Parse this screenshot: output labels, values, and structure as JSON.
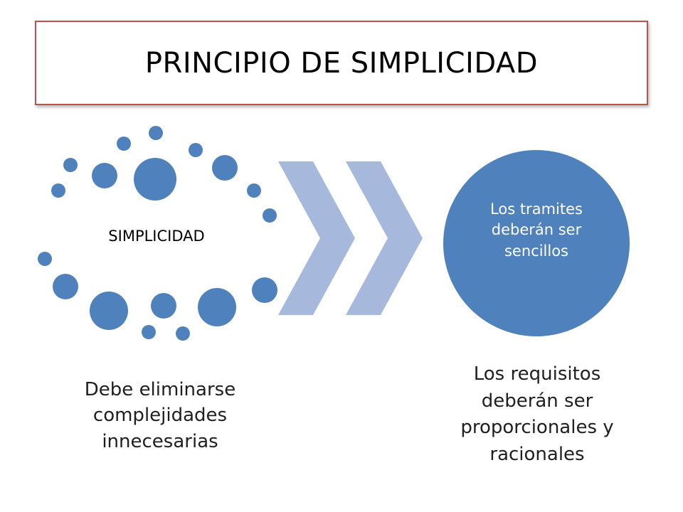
{
  "title": "PRINCIPIO DE SIMPLICIDAD",
  "diagram": {
    "center_label": "SIMPLICIDAD",
    "circle_text": [
      "Los tramites",
      "deberán ser",
      "sencillos"
    ],
    "left_caption": [
      "Debe eliminarse",
      "complejidades",
      "innecesarias"
    ],
    "right_caption": [
      "Los requisitos",
      "deberán ser",
      "proporcionales y",
      "racionales"
    ]
  },
  "colors": {
    "dots": "#4f81bd",
    "chevrons": "#a6b9dd",
    "circle": "#4f81bd",
    "title_border": "#c0504d"
  }
}
